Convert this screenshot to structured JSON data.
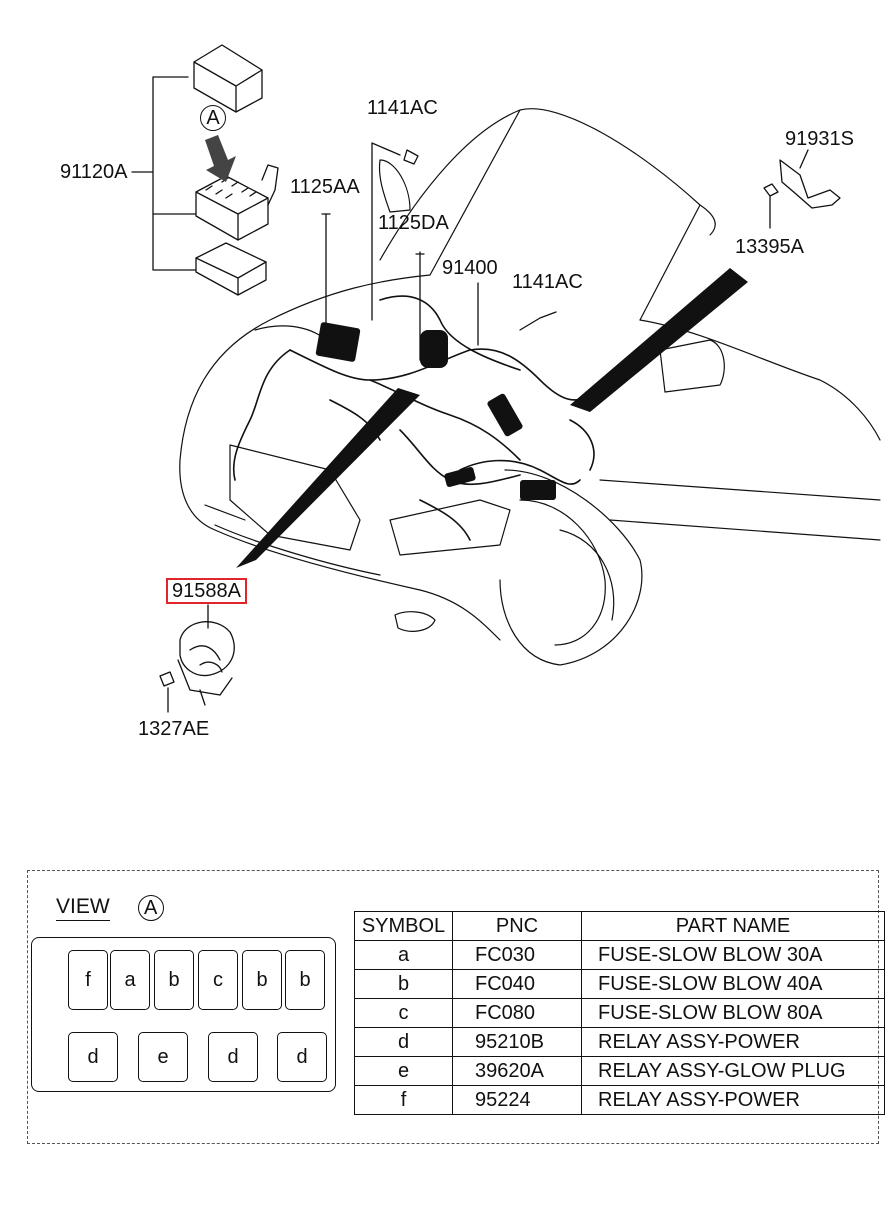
{
  "callouts": {
    "p91120A": "91120A",
    "p1141AC_top": "1141AC",
    "p1125AA": "1125AA",
    "p1125DA": "1125DA",
    "p91400": "91400",
    "p1141AC_mid": "1141AC",
    "p91931S": "91931S",
    "p13395A": "13395A",
    "p91588A": "91588A",
    "p1327AE": "1327AE",
    "view_marker": "A"
  },
  "highlight_color": "#e0262b",
  "view": {
    "title": "VIEW",
    "marker": "A",
    "top_row": [
      "f",
      "a",
      "b",
      "c",
      "b",
      "b"
    ],
    "bottom_row": [
      "d",
      "e",
      "d",
      "d"
    ]
  },
  "table": {
    "headers": {
      "symbol": "SYMBOL",
      "pnc": "PNC",
      "part_name": "PART NAME"
    },
    "rows": [
      {
        "symbol": "a",
        "pnc": "FC030",
        "part_name": "FUSE-SLOW BLOW 30A"
      },
      {
        "symbol": "b",
        "pnc": "FC040",
        "part_name": "FUSE-SLOW BLOW 40A"
      },
      {
        "symbol": "c",
        "pnc": "FC080",
        "part_name": "FUSE-SLOW BLOW 80A"
      },
      {
        "symbol": "d",
        "pnc": "95210B",
        "part_name": "RELAY ASSY-POWER"
      },
      {
        "symbol": "e",
        "pnc": "39620A",
        "part_name": "RELAY ASSY-GLOW PLUG"
      },
      {
        "symbol": "f",
        "pnc": "95224",
        "part_name": "RELAY ASSY-POWER"
      }
    ]
  }
}
